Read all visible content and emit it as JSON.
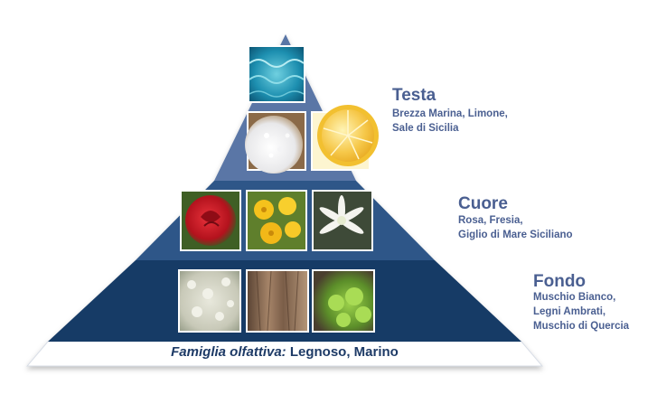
{
  "colors": {
    "top_tier": "#5a76a6",
    "middle_tier": "#2f5788",
    "bottom_tier": "#173a66",
    "base": "#ffffff",
    "text": "#4a5f91",
    "base_text": "#1d3a66"
  },
  "tiers": [
    {
      "title": "Testa",
      "notes": [
        "Brezza Marina, Limone,",
        "Sale di Sicilia"
      ],
      "images": [
        "sea-water",
        "sea-salt",
        "lemon"
      ]
    },
    {
      "title": "Cuore",
      "notes": [
        "Rosa, Fresia,",
        "Giglio di Mare Siciliano"
      ],
      "images": [
        "red-rose",
        "yellow-freesia",
        "sea-lily"
      ]
    },
    {
      "title": "Fondo",
      "notes": [
        "Muschio Bianco,",
        "Legni Ambrati,",
        "Muschio di Quercia"
      ],
      "images": [
        "white-moss",
        "amber-wood",
        "oak-moss"
      ]
    }
  ],
  "base": {
    "label": "Famiglia olfattiva:",
    "value": " Legnoso, Marino"
  }
}
